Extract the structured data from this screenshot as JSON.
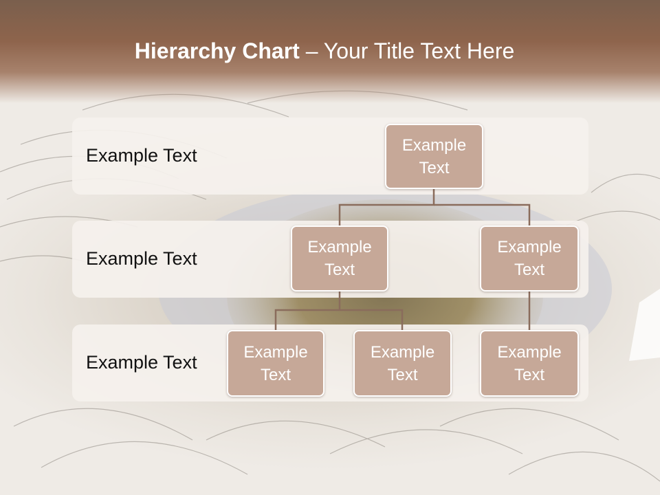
{
  "title": {
    "bold": "Hierarchy Chart",
    "rest": " – Your Title Text Here"
  },
  "levels": [
    {
      "label": "Example Text"
    },
    {
      "label": "Example Text"
    },
    {
      "label": "Example Text"
    }
  ],
  "nodes": {
    "root": "Example Text",
    "level2_left": "Example Text",
    "level2_right": "Example Text",
    "level3_left": "Example Text",
    "level3_middle": "Example Text",
    "level3_right": "Example Text"
  },
  "colors": {
    "header": "#8e644c",
    "node_fill": "#c6a898",
    "node_border": "#ffffff",
    "connector": "#8a6c5c",
    "band": "#f5f1ed"
  }
}
